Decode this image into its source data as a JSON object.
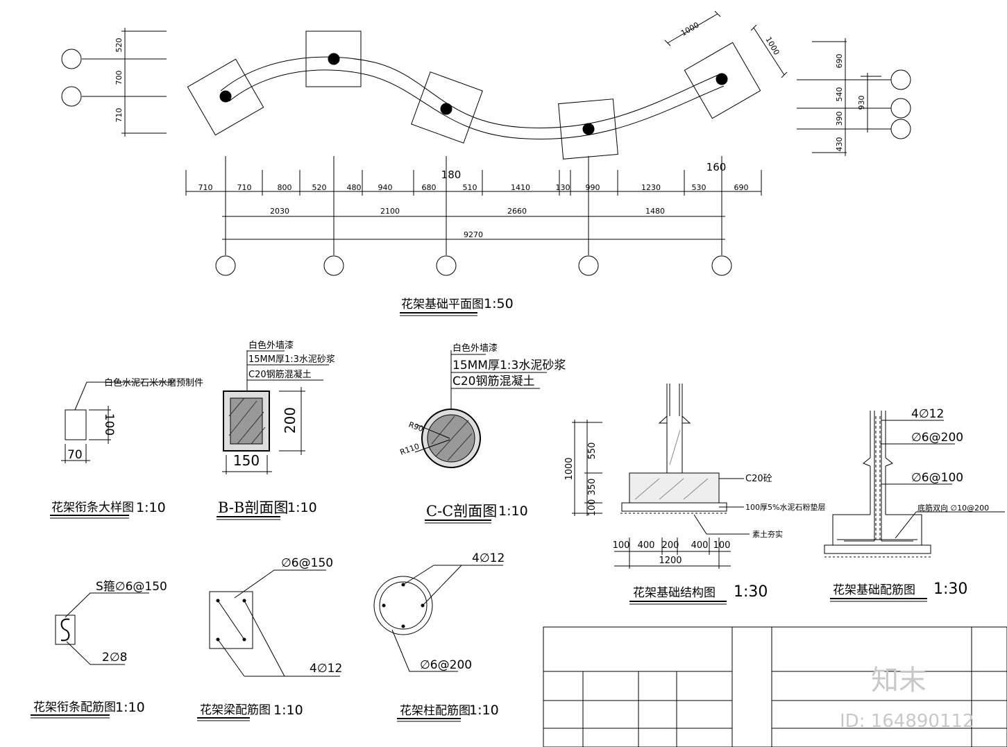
{
  "plan": {
    "title": "花架基础平面图",
    "scale": "1:50",
    "left_dims": [
      "520",
      "700",
      "710"
    ],
    "right_dims": [
      "690",
      "540",
      "390",
      "430"
    ],
    "right_total": "930",
    "square_dims": [
      "1000",
      "1000"
    ],
    "angle_labels": [
      "180",
      "160"
    ],
    "row1_dims": [
      "710",
      "710",
      "800",
      "520",
      "480",
      "940",
      "680",
      "510",
      "1410",
      "130",
      "990",
      "1230",
      "530",
      "690"
    ],
    "row2_dims": [
      "2030",
      "2100",
      "2660",
      "1480"
    ],
    "total": "9270"
  },
  "purlin_detail": {
    "title": "花架衔条大样图",
    "scale": "1:10",
    "note": "白色水泥石米水磨预制件",
    "width": "70",
    "height": "100"
  },
  "section_bb": {
    "title": "B-B剖面图",
    "scale": "1:10",
    "notes": [
      "白色外墙漆",
      "15MM厚1:3水泥砂浆",
      "C20钢筋混凝土"
    ],
    "width": "150",
    "height": "200"
  },
  "section_cc": {
    "title": "C-C剖面图",
    "scale": "1:10",
    "notes": [
      "白色外墙漆",
      "15MM厚1:3水泥砂浆",
      "C20钢筋混凝土"
    ],
    "r_inner": "R90",
    "r_outer": "R110"
  },
  "foundation_structure": {
    "title": "花架基础结构图",
    "scale": "1:30",
    "label_concrete": "C20砼",
    "label_base": "100厚5%水泥石粉垫层",
    "label_soil": "素土夯实",
    "v_dims": [
      "550",
      "350",
      "100"
    ],
    "v_total": "1000",
    "h_dims": [
      "100",
      "400",
      "200",
      "400",
      "100"
    ],
    "h_total": "1200"
  },
  "foundation_rebar": {
    "title": "花架基础配筋图",
    "scale": "1:30",
    "labels": [
      "4∅12",
      "∅6@200",
      "∅6@100",
      "底筋双向 ∅10@200"
    ]
  },
  "purlin_rebar": {
    "title": "花架衔条配筋图",
    "scale": "1:10",
    "label_top": "S箍∅6@150",
    "label_bottom": "2∅8"
  },
  "beam_rebar": {
    "title": "花架梁配筋图",
    "scale": "1:10",
    "label_top": "∅6@150",
    "label_bottom": "4∅12"
  },
  "column_rebar": {
    "title": "花架柱配筋图",
    "scale": "1:10",
    "label_top": "4∅12",
    "label_bottom": "∅6@200"
  },
  "watermark": {
    "brand": "知末",
    "id": "ID: 164890112"
  }
}
